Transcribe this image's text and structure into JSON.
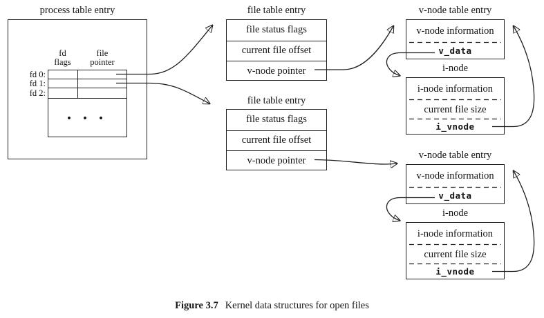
{
  "figure": {
    "caption_label": "Figure 3.7",
    "caption_text": "Kernel data structures for open files"
  },
  "process_table": {
    "title": "process table entry",
    "col1_header_line1": "fd",
    "col1_header_line2": "flags",
    "col2_header_line1": "file",
    "col2_header_line2": "pointer",
    "row_labels": [
      "fd 0:",
      "fd 1:",
      "fd 2:"
    ],
    "ellipsis": "• • •"
  },
  "file_tables": [
    {
      "title": "file table entry",
      "rows": [
        "file status flags",
        "current file offset",
        "v-node pointer"
      ]
    },
    {
      "title": "file table entry",
      "rows": [
        "file status flags",
        "current file offset",
        "v-node pointer"
      ]
    }
  ],
  "vnode_groups": [
    {
      "table_title": "v-node table entry",
      "info_row": "v-node information",
      "data_row": "v_data",
      "inode_title": "i-node",
      "inode_info_row": "i-node information",
      "inode_size_row": "current file size",
      "inode_vnode_row": "i_vnode"
    },
    {
      "table_title": "v-node table entry",
      "info_row": "v-node information",
      "data_row": "v_data",
      "inode_title": "i-node",
      "inode_info_row": "i-node information",
      "inode_size_row": "current file size",
      "inode_vnode_row": "i_vnode"
    }
  ]
}
